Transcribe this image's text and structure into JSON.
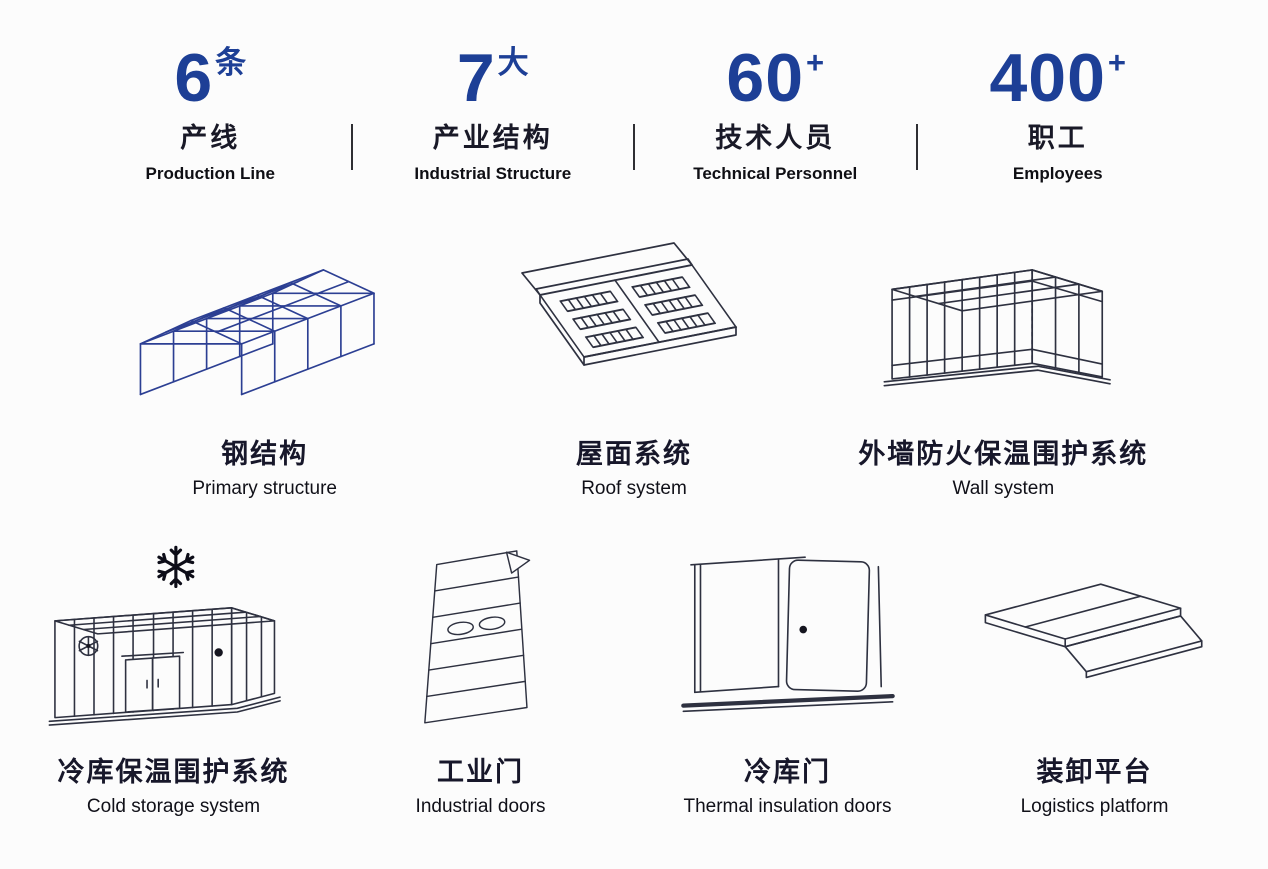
{
  "page": {
    "background": "#fcfcfc"
  },
  "colors": {
    "stat_number": "#1d3f96",
    "steel_line_art": "#2c3f93",
    "dark_line_art": "#2e3140",
    "text_dark": "#14141f"
  },
  "stats": [
    {
      "value": "6",
      "unit": "条",
      "label_zh": "产线",
      "label_en": "Production Line"
    },
    {
      "value": "7",
      "unit": "大",
      "label_zh": "产业结构",
      "label_en": "Industrial Structure"
    },
    {
      "value": "60",
      "unit": "+",
      "label_zh": "技术人员",
      "label_en": "Technical Personnel"
    },
    {
      "value": "400",
      "unit": "+",
      "label_zh": "职工",
      "label_en": "Employees"
    }
  ],
  "products_row1": [
    {
      "icon": "steel-structure-icon",
      "name_zh": "钢结构",
      "name_en": "Primary structure"
    },
    {
      "icon": "roof-system-icon",
      "name_zh": "屋面系统",
      "name_en": "Roof system"
    },
    {
      "icon": "wall-system-icon",
      "name_zh": "外墙防火保温围护系统",
      "name_en": "Wall system"
    }
  ],
  "products_row2": [
    {
      "icon": "cold-storage-icon",
      "name_zh": "冷库保温围护系统",
      "name_en": "Cold storage system"
    },
    {
      "icon": "industrial-door-icon",
      "name_zh": "工业门",
      "name_en": "Industrial doors"
    },
    {
      "icon": "thermal-door-icon",
      "name_zh": "冷库门",
      "name_en": "Thermal insulation doors"
    },
    {
      "icon": "loading-platform-icon",
      "name_zh": "装卸平台",
      "name_en": "Logistics platform"
    }
  ]
}
